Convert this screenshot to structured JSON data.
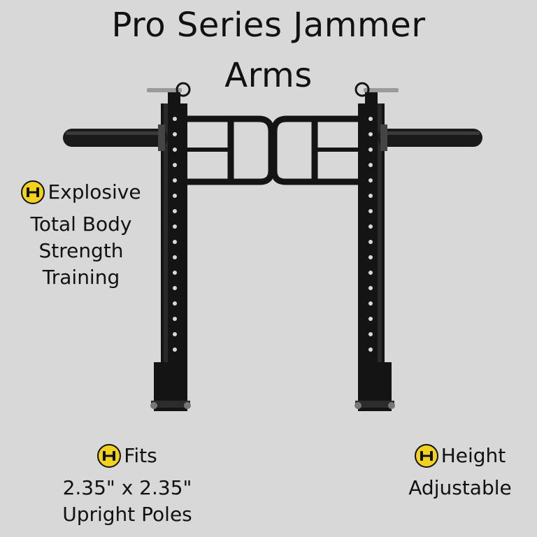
{
  "title": {
    "line1": "Pro Series Jammer",
    "line2": "Arms"
  },
  "colors": {
    "background": "#d8d8d8",
    "badge_yellow": "#f2d21c",
    "badge_dark": "#111111",
    "steel": "#141414"
  },
  "features": [
    {
      "icon": "dumbbell-badge-icon",
      "lines": [
        "Explosive",
        "Total Body",
        "Strength",
        "Training"
      ]
    },
    {
      "icon": "dumbbell-badge-icon",
      "lines": [
        "Fits",
        "2.35\" x 2.35\"",
        "Upright Poles"
      ]
    },
    {
      "icon": "dumbbell-badge-icon",
      "lines": [
        "Height",
        "Adjustable"
      ]
    }
  ]
}
